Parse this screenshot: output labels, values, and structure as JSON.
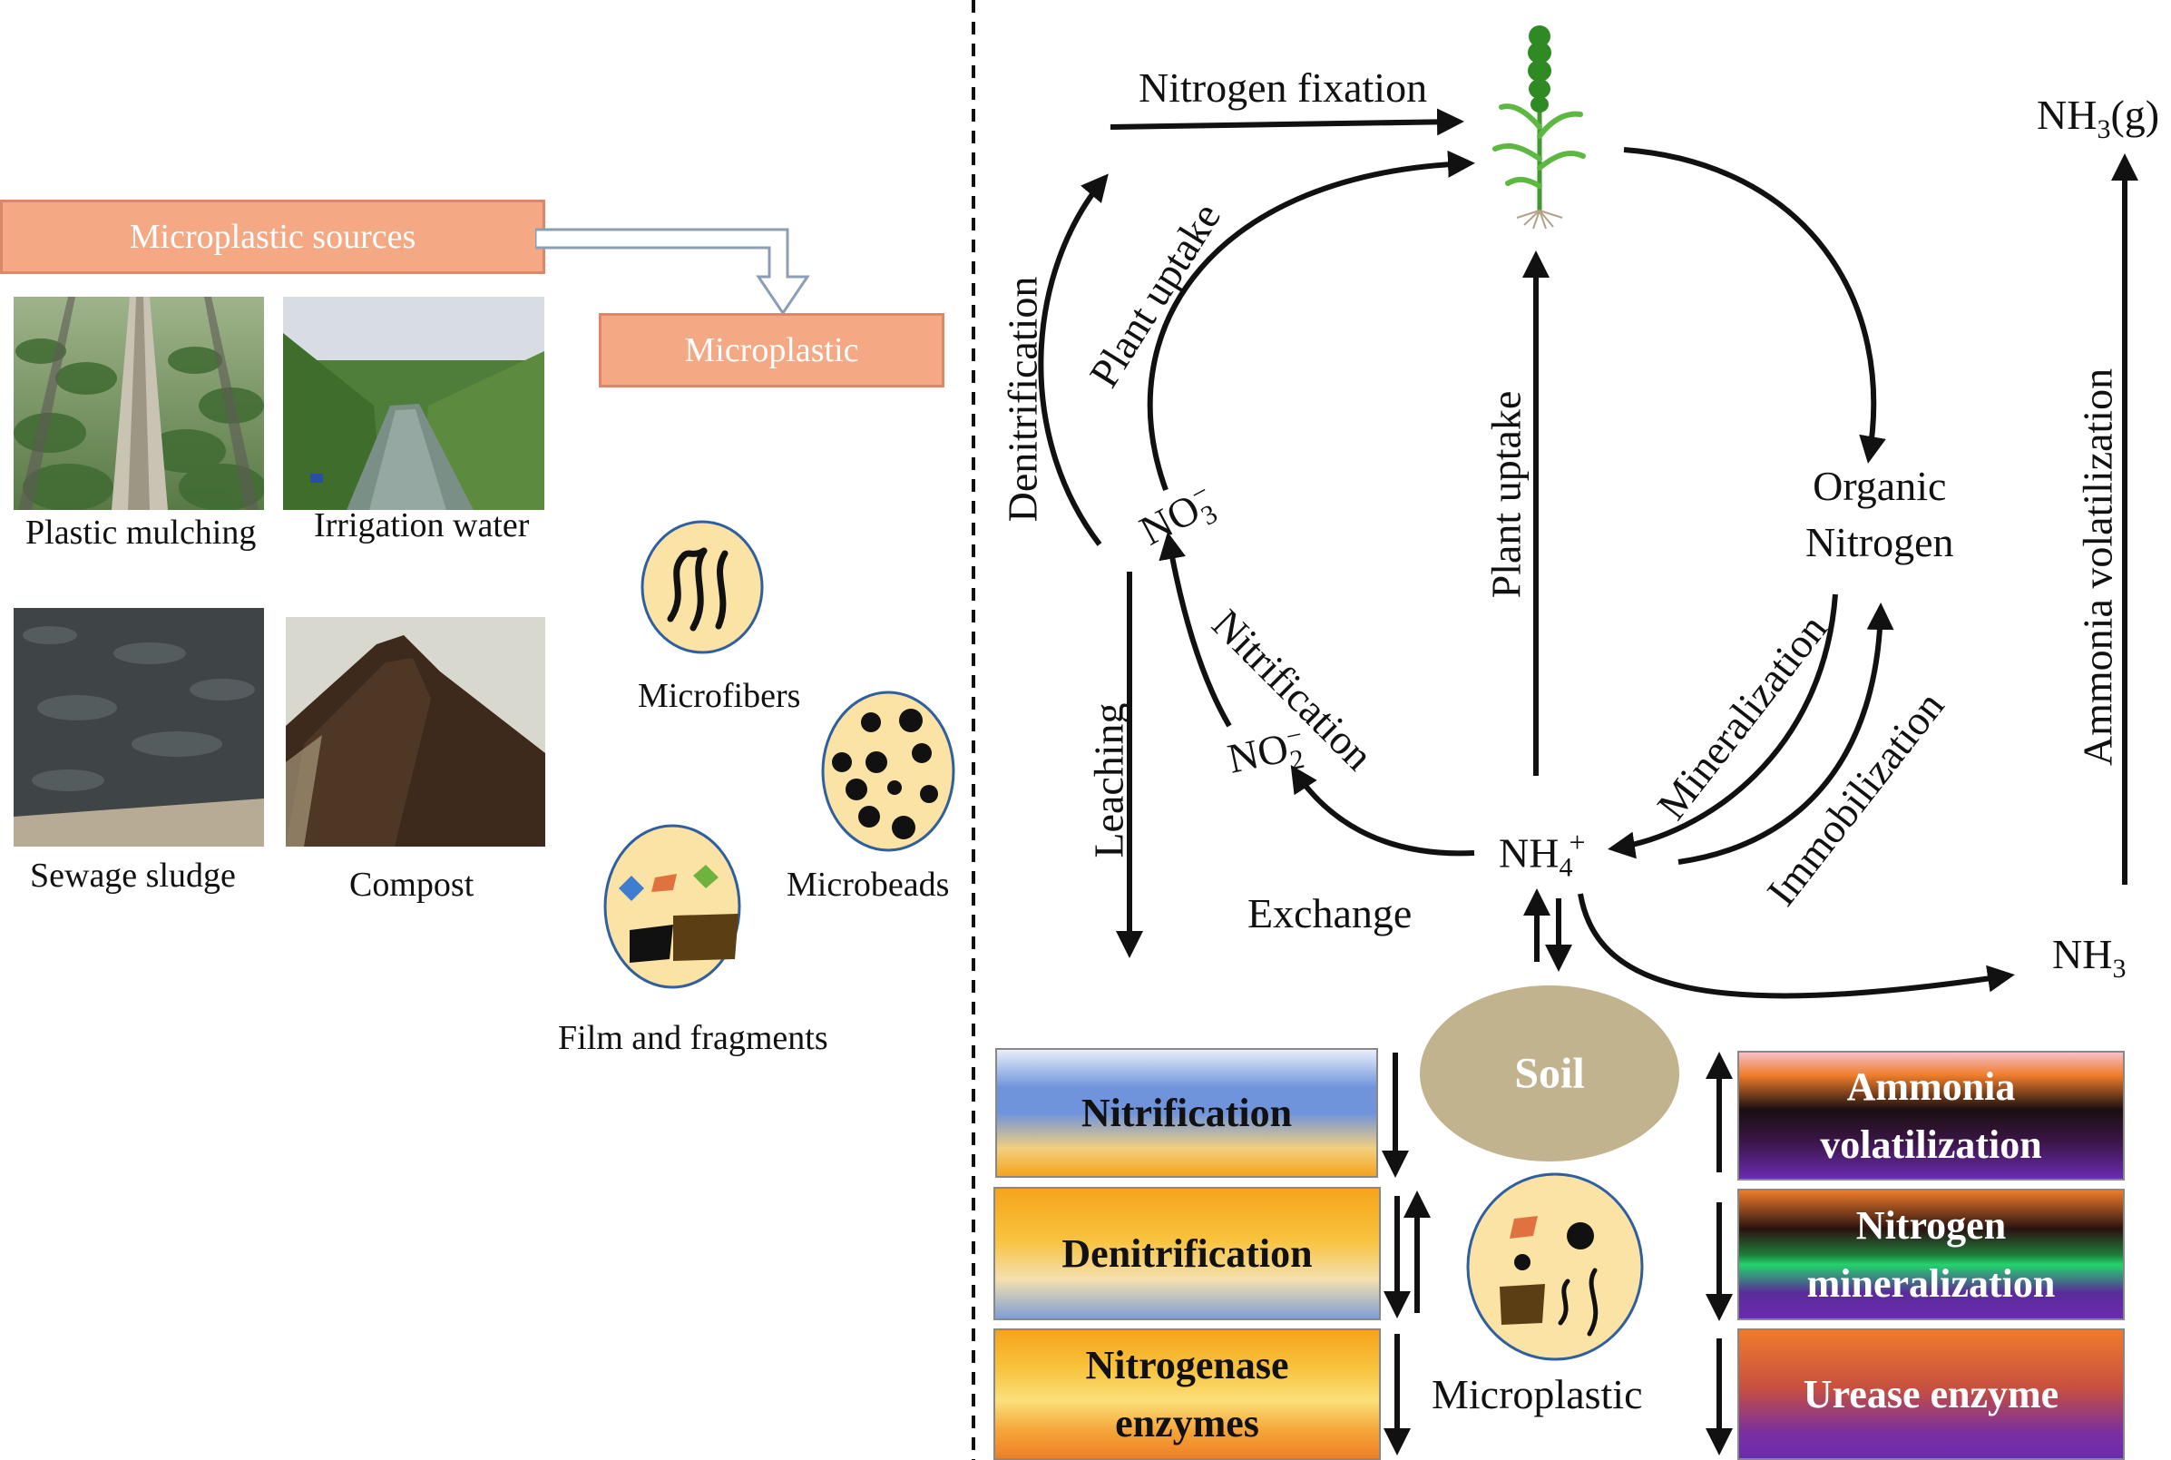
{
  "sources_panel": {
    "header": "Microplastic sources",
    "target": "Microplastic",
    "photos": [
      {
        "caption": "Plastic mulching"
      },
      {
        "caption": "Irrigation water"
      },
      {
        "caption": "Sewage sludge"
      },
      {
        "caption": "Compost"
      }
    ],
    "types": {
      "microfibers": "Microfibers",
      "microbeads": "Microbeads",
      "film": "Film and fragments"
    }
  },
  "cycle": {
    "nitrogen_fixation": "Nitrogen fixation",
    "denitrification": "Denitrification",
    "plant_uptake_left": "Plant uptake",
    "plant_uptake_center": "Plant uptake",
    "nitrate": "NO",
    "nitrate_sub": "3",
    "nitrate_sup": "−",
    "nitrite": "NO",
    "nitrite_sub": "2",
    "nitrite_sup": "−",
    "nitrification": "Nitrification",
    "leaching": "Leaching",
    "organic_nitrogen_1": "Organic",
    "organic_nitrogen_2": "Nitrogen",
    "mineralization": "Mineralization",
    "immobilization": "Immobilization",
    "ammonium": "NH",
    "ammonium_sub": "4",
    "ammonium_sup": "+",
    "exchange": "Exchange",
    "ammonia_volatilization": "Ammonia volatilization",
    "nh3_gas": "NH",
    "nh3_gas_sub": "3",
    "nh3_gas_suffix": "(g)",
    "nh3": "NH",
    "nh3_sub": "3",
    "soil": "Soil",
    "microplastic": "Microplastic"
  },
  "effects": {
    "left": [
      {
        "line1": "Nitrification",
        "line2": ""
      },
      {
        "line1": "Denitrification",
        "line2": ""
      },
      {
        "line1": "Nitrogenase",
        "line2": "enzymes"
      }
    ],
    "right": [
      {
        "line1": "Ammonia",
        "line2": "volatilization"
      },
      {
        "line1": "Nitrogen",
        "line2": "mineralization"
      },
      {
        "line1": "Urease enzyme",
        "line2": ""
      }
    ]
  },
  "colors": {
    "source_box": "#f4a884",
    "soil": "#c2b38f",
    "microplastic_fill": "#fbe3a6"
  }
}
